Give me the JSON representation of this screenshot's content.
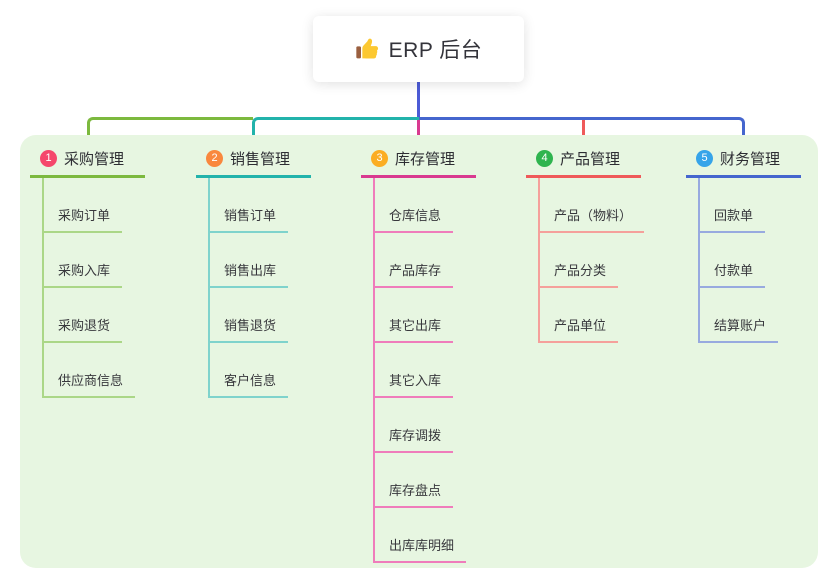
{
  "root": {
    "title": "ERP 后台",
    "icon": "thumbs-up-icon"
  },
  "colors": {
    "page_bg": "#ffffff",
    "panel_bg": "#e7f6e1",
    "root_line": "#4c5bd6",
    "text": "#333333"
  },
  "branches": [
    {
      "index": "1",
      "label": "采购管理",
      "badge_color": "#f5476b",
      "line_color": "#7cb93e",
      "child_line_color": "#abd787",
      "children": [
        "采购订单",
        "采购入库",
        "采购退货",
        "供应商信息"
      ]
    },
    {
      "index": "2",
      "label": "销售管理",
      "badge_color": "#f9883e",
      "line_color": "#22b3ab",
      "child_line_color": "#7fd3cc",
      "children": [
        "销售订单",
        "销售出库",
        "销售退货",
        "客户信息"
      ]
    },
    {
      "index": "3",
      "label": "库存管理",
      "badge_color": "#fbad23",
      "line_color": "#d93a90",
      "child_line_color": "#ef7cbb",
      "children": [
        "仓库信息",
        "产品库存",
        "其它出库",
        "其它入库",
        "库存调拨",
        "库存盘点",
        "出库库明细"
      ]
    },
    {
      "index": "4",
      "label": "产品管理",
      "badge_color": "#2fb44f",
      "line_color": "#ef5a5a",
      "child_line_color": "#f5a09b",
      "children": [
        "产品（物料）",
        "产品分类",
        "产品单位"
      ]
    },
    {
      "index": "5",
      "label": "财务管理",
      "badge_color": "#36a4e9",
      "line_color": "#4566ce",
      "child_line_color": "#98aadf",
      "children": [
        "回款单",
        "付款单",
        "结算账户"
      ]
    }
  ]
}
